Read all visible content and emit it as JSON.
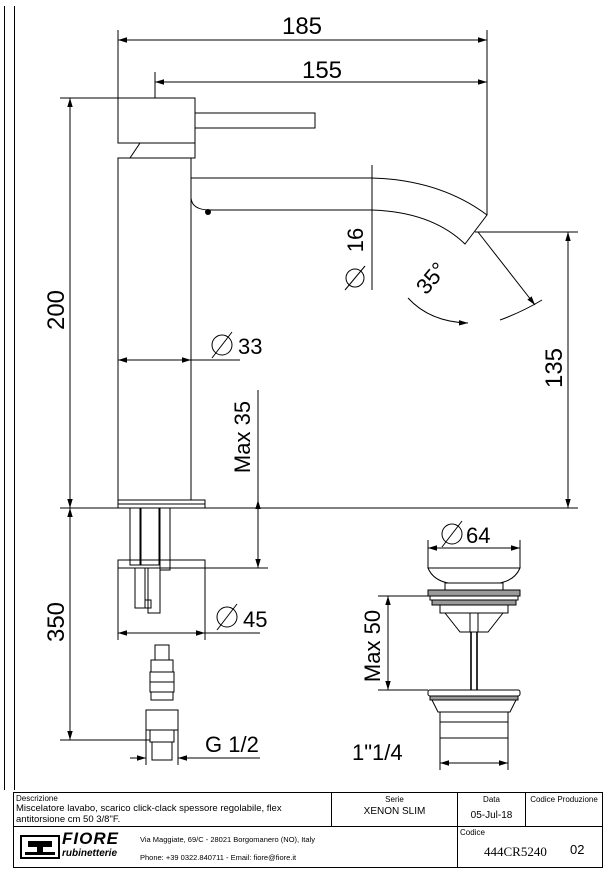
{
  "drawing": {
    "dims": {
      "width_total": "185",
      "width_spout": "155",
      "height_body": "200",
      "height_spout": "135",
      "spout_diameter": "16",
      "spout_angle": "35°",
      "body_diameter": "33",
      "max_thickness": "Max 35",
      "flange_diameter": "45",
      "hose_length": "350",
      "thread": "G 1/2",
      "waste_diameter": "64",
      "waste_max": "Max 50",
      "waste_thread": "1\"1/4"
    }
  },
  "title_block": {
    "description_label": "Descrizione",
    "description_line1": "Miscelatore lavabo, scarico click-clack spessore regolabile, flex",
    "description_line2": "antitorsione cm 50 3/8\"F.",
    "series_label": "Serie",
    "series_value": "XENON SLIM",
    "date_label": "Data",
    "date_value": "05-Jul-18",
    "production_code_label": "Codice Produzione",
    "code_label": "Codice",
    "code_value": "444CR5240",
    "revision": "02",
    "company_name": "FIORE",
    "company_sub": "rubinetterie",
    "address": "Via Maggiate, 69/C - 28021 Borgomanero (NO), Italy",
    "contacts": "Phone: +39 0322.840711 - Email: fiore@fiore.it"
  }
}
